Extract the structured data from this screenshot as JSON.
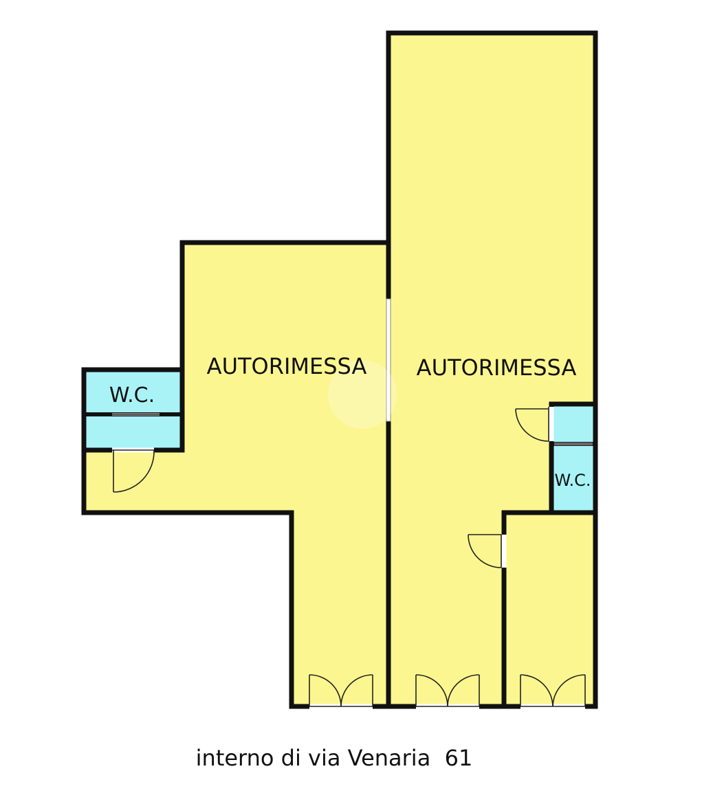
{
  "colors": {
    "room_fill": "#fbf68f",
    "wc_fill": "#a9f3f7",
    "wall": "#111111",
    "background": "#ffffff"
  },
  "rooms": {
    "garage_left_label": "AUTORIMESSA",
    "garage_right_label": "AUTORIMESSA",
    "wc_left_label": "W.C.",
    "wc_right_label": "W.C."
  },
  "caption": "interno di via Venaria  61"
}
